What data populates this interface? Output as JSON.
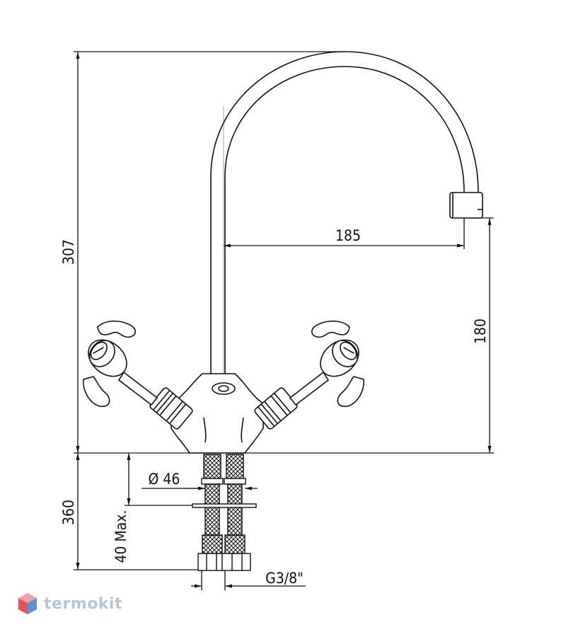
{
  "dimensions": {
    "total_height": "307",
    "spout_reach": "185",
    "spout_height": "180",
    "pipe_length": "360",
    "base_diameter": "Ø 46",
    "deck_thickness": "40 Max.",
    "thread": "G3/8\""
  },
  "logo": {
    "text": "termokit",
    "icon": "cube-icon",
    "colors": {
      "top": "#f2a0a6",
      "left": "#e8515b",
      "right": "#5b8fd6"
    }
  },
  "colors": {
    "line": "#111111",
    "watermark_text": "#b9c6cf"
  }
}
